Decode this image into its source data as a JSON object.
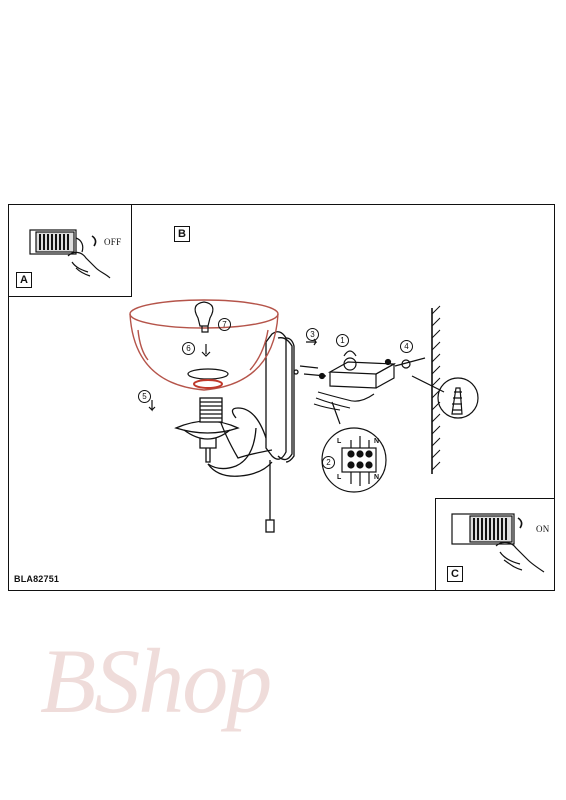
{
  "panels": {
    "a_label": "A",
    "b_label": "B",
    "c_label": "C",
    "a_switch_text": "OFF",
    "c_switch_text": "ON"
  },
  "steps": [
    "1",
    "2",
    "3",
    "4",
    "5",
    "6",
    "7"
  ],
  "terminal_marks": {
    "top_left": "L",
    "top_right": "N",
    "bottom_left": "L",
    "bottom_right": "N"
  },
  "model_code": "BLA82751",
  "watermark": "BShop",
  "colors": {
    "line": "#111111",
    "highlight": "#c0392b",
    "watermark": "#d29b96"
  }
}
